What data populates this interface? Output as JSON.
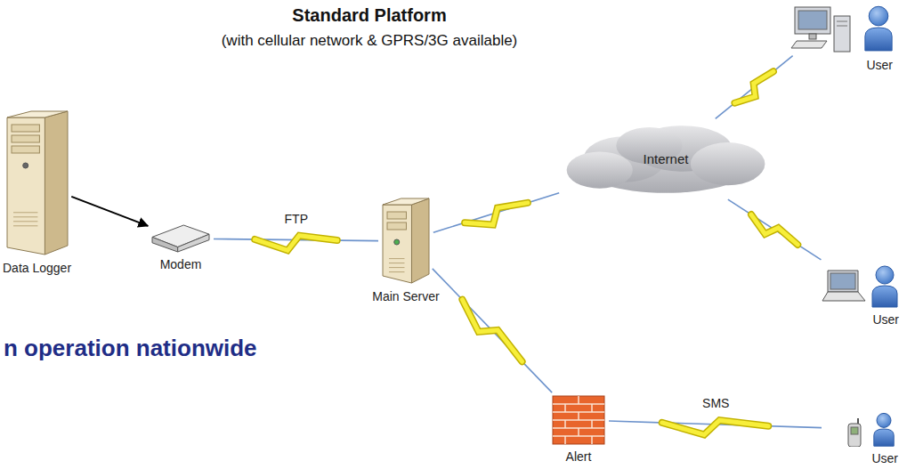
{
  "diagram": {
    "title": "Standard Platform",
    "nodes": [
      {
        "text": [
          "Data Logger"
        ]
      },
      {
        "text": [
          "Modem"
        ]
      },
      {
        "text": [
          "Main Server"
        ]
      },
      {
        "text": [
          "Internet"
        ]
      },
      {
        "text": [
          "User"
        ]
      },
      {
        "text": [
          "User"
        ]
      },
      {
        "text": [
          "Alert"
        ]
      },
      {
        "text": [
          "User"
        ]
      }
    ],
    "edges": [
      {
        "from": 0,
        "to": 1,
        "arrow": "to"
      },
      {
        "from": 1,
        "to": 2,
        "label": "FTP",
        "arrow": "none"
      },
      {
        "from": 2,
        "to": 3,
        "arrow": "none"
      },
      {
        "from": 3,
        "to": 4,
        "arrow": "none"
      },
      {
        "from": 3,
        "to": 5,
        "arrow": "none"
      },
      {
        "from": 2,
        "to": 6,
        "arrow": "none"
      },
      {
        "from": 6,
        "to": 7,
        "label": "SMS",
        "arrow": "none"
      }
    ],
    "labels": [
      "(with cellular network & GPRS/3G available)",
      "n operation nationwide"
    ]
  }
}
